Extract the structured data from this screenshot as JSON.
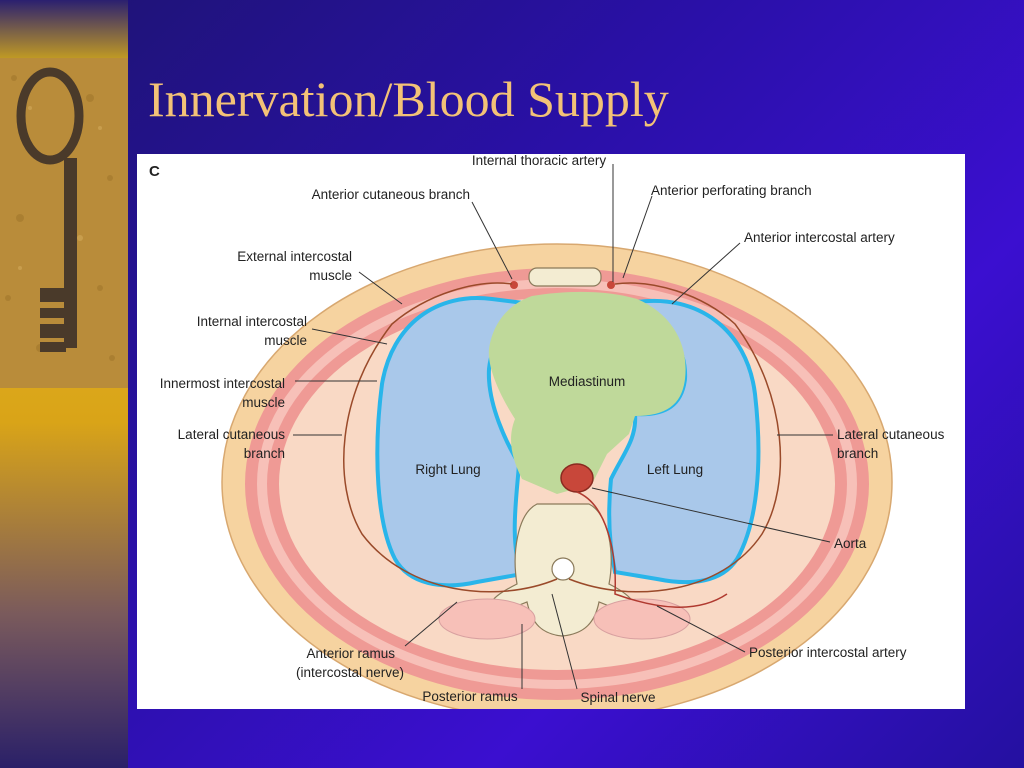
{
  "slide": {
    "title": "Innervation/Blood Supply",
    "background_color": "#2a10a8",
    "title_color": "#f3c277"
  },
  "sidebar": {
    "image_icon": "antique-key-icon"
  },
  "figure": {
    "panel_label": "C",
    "regions": {
      "mediastinum": "Mediastinum",
      "right_lung": "Right Lung",
      "left_lung": "Left Lung"
    },
    "labels": {
      "internal_thoracic_artery": "Internal thoracic artery",
      "anterior_cutaneous_branch": "Anterior cutaneous branch",
      "anterior_perforating_branch": "Anterior perforating branch",
      "anterior_intercostal_artery": "Anterior intercostal artery",
      "external_intercostal_1": "External intercostal",
      "external_intercostal_2": "muscle",
      "internal_intercostal_1": "Internal intercostal",
      "internal_intercostal_2": "muscle",
      "innermost_intercostal_1": "Innermost intercostal",
      "innermost_intercostal_2": "muscle",
      "lateral_cutaneous_left_1": "Lateral cutaneous",
      "lateral_cutaneous_left_2": "branch",
      "lateral_cutaneous_right_1": "Lateral cutaneous",
      "lateral_cutaneous_right_2": "branch",
      "aorta": "Aorta",
      "posterior_intercostal_artery": "Posterior intercostal artery",
      "anterior_ramus_1": "Anterior ramus",
      "anterior_ramus_2": "(intercostal nerve)",
      "posterior_ramus": "Posterior ramus",
      "spinal_nerve": "Spinal nerve"
    },
    "colors": {
      "lung": "#a9c8ea",
      "pleura": "#29b5ea",
      "mediastinum": "#bfd99a",
      "skin": "#f6d3a0",
      "muscle": "#ef9a95",
      "aorta": "#c8473a",
      "bone": "#f3ecd2"
    }
  }
}
